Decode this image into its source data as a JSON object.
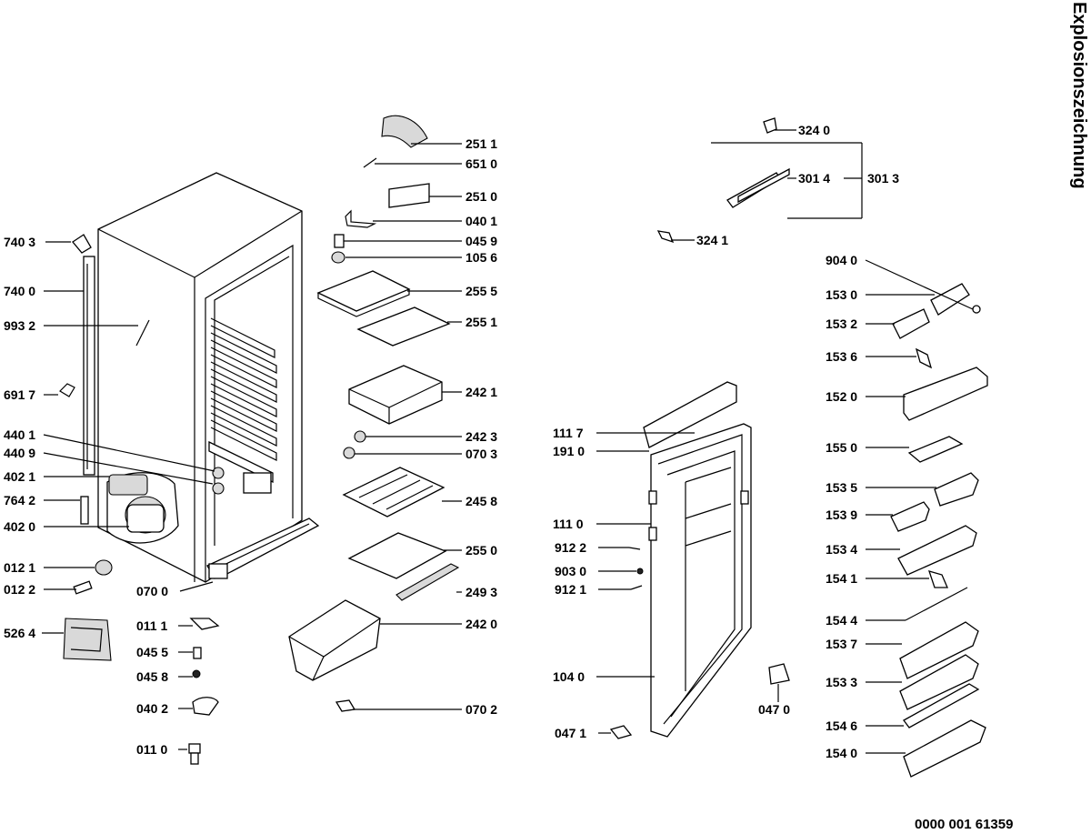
{
  "title": "Explosionszeichnung",
  "document_number": "0000 001 61359",
  "labels": {
    "p7403": "740 3",
    "p7400": "740 0",
    "p9932": "993 2",
    "p6917": "691 7",
    "p4401": "440 1",
    "p4409": "440 9",
    "p4021": "402 1",
    "p7642": "764 2",
    "p4020": "402 0",
    "p0121": "012 1",
    "p0122": "012 2",
    "p5264": "526 4",
    "p0700": "070 0",
    "p0111": "011 1",
    "p0455": "045 5",
    "p0458": "045 8",
    "p0402": "040 2",
    "p0110": "011 0",
    "p2511": "251 1",
    "p6510": "651 0",
    "p2510": "251 0",
    "p0401": "040 1",
    "p0459": "045 9",
    "p1056": "105 6",
    "p2555": "255 5",
    "p2551": "255 1",
    "p2421": "242 1",
    "p2423": "242 3",
    "p0703": "070 3",
    "p2458": "245 8",
    "p2550": "255 0",
    "p2493": "249 3",
    "p2420": "242 0",
    "p0702": "070 2",
    "p3240": "324 0",
    "p3014": "301 4",
    "p3013": "301 3",
    "p3241": "324 1",
    "p1117": "111 7",
    "p1910": "191 0",
    "p1110": "111 0",
    "p9122": "912 2",
    "p9030": "903 0",
    "p9121": "912 1",
    "p1040": "104 0",
    "p0471": "047 1",
    "p0470": "047 0",
    "p9040": "904 0",
    "p1530": "153 0",
    "p1532": "153 2",
    "p1536": "153 6",
    "p1520": "152 0",
    "p1550": "155 0",
    "p1535": "153 5",
    "p1539": "153 9",
    "p1534": "153 4",
    "p1541": "154 1",
    "p1544": "154 4",
    "p1537": "153 7",
    "p1533": "153 3",
    "p1546": "154 6",
    "p1540": "154 0"
  }
}
